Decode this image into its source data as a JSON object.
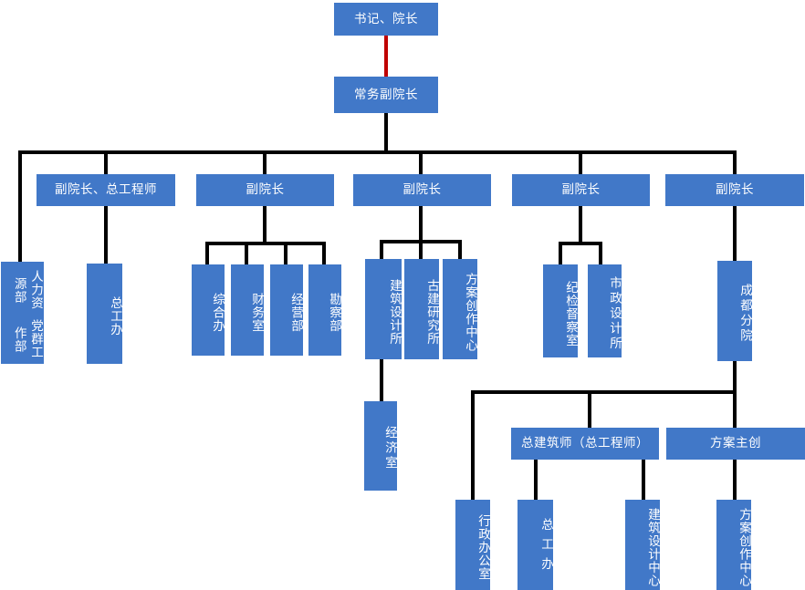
{
  "chart_meta": {
    "title": "组织架构图",
    "type": "org-chart",
    "node_color": "#4178c8",
    "node_text_color": "#ffffff",
    "edge_color": "#000000",
    "highlight_edge_color": "#c00000",
    "background": "#ffffff"
  },
  "nodes": {
    "root": "书记、院长",
    "exec_vp": "常务副院长",
    "vp1": "副院长、总工程师",
    "vp2": "副院长",
    "vp3": "副院长",
    "vp4": "副院长",
    "vp5": "副院长",
    "hr_dept": "人力资源部",
    "party_dept": "党群工作部",
    "chief_eng_office": "总工办",
    "general_office": "综合办",
    "finance_office": "财务室",
    "operations_dept": "经营部",
    "survey_dept": "勘察部",
    "arch_design_institute": "建筑设计所",
    "ancient_arch_institute": "古建研究所",
    "scheme_center": "方案创作中心",
    "discipline_office": "纪检督察室",
    "municipal_institute": "市政设计所",
    "chengdu_branch": "成都分院",
    "economics_office": "经济室",
    "chief_architect": "总建筑师（总工程师）",
    "scheme_lead": "方案主创",
    "admin_office": "行政办公室",
    "chief_eng_office2": "总工办",
    "arch_design_center": "建筑设计中心",
    "scheme_creation_center": "方案创作中心"
  },
  "chart_data": {
    "type": "diagram",
    "title": "组织架构图",
    "hierarchy": [
      {
        "label": "书记、院长",
        "level": 0,
        "children": [
          {
            "label": "常务副院长",
            "level": 1,
            "children": [
              {
                "label": "人力资源部 / 党群工作部",
                "level": 3,
                "children": []
              },
              {
                "label": "副院长、总工程师",
                "level": 2,
                "children": [
                  {
                    "label": "总工办",
                    "level": 3,
                    "children": []
                  }
                ]
              },
              {
                "label": "副院长",
                "level": 2,
                "children": [
                  {
                    "label": "综合办",
                    "level": 3,
                    "children": []
                  },
                  {
                    "label": "财务室",
                    "level": 3,
                    "children": []
                  },
                  {
                    "label": "经营部",
                    "level": 3,
                    "children": []
                  },
                  {
                    "label": "勘察部",
                    "level": 3,
                    "children": []
                  }
                ]
              },
              {
                "label": "副院长",
                "level": 2,
                "children": [
                  {
                    "label": "建筑设计所",
                    "level": 3,
                    "children": [
                      {
                        "label": "经济室",
                        "level": 4,
                        "children": []
                      }
                    ]
                  },
                  {
                    "label": "古建研究所",
                    "level": 3,
                    "children": []
                  },
                  {
                    "label": "方案创作中心",
                    "level": 3,
                    "children": []
                  }
                ]
              },
              {
                "label": "副院长",
                "level": 2,
                "children": [
                  {
                    "label": "纪检督察室",
                    "level": 3,
                    "children": []
                  },
                  {
                    "label": "市政设计所",
                    "level": 3,
                    "children": []
                  }
                ]
              },
              {
                "label": "副院长",
                "level": 2,
                "children": [
                  {
                    "label": "成都分院",
                    "level": 3,
                    "children": [
                      {
                        "label": "行政办公室",
                        "level": 5,
                        "children": []
                      },
                      {
                        "label": "总建筑师（总工程师）",
                        "level": 4,
                        "children": [
                          {
                            "label": "总工办",
                            "level": 5,
                            "children": []
                          },
                          {
                            "label": "建筑设计中心",
                            "level": 5,
                            "children": []
                          }
                        ]
                      },
                      {
                        "label": "方案主创",
                        "level": 4,
                        "children": [
                          {
                            "label": "方案创作中心",
                            "level": 5,
                            "children": []
                          }
                        ]
                      }
                    ]
                  }
                ]
              }
            ]
          }
        ]
      }
    ]
  }
}
